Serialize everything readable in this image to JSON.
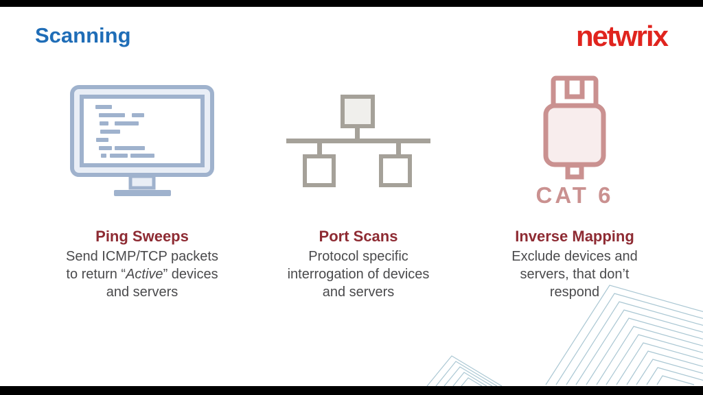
{
  "frame": {
    "letterbox_color": "#000000",
    "background": "#ffffff"
  },
  "header": {
    "title": "Scanning",
    "title_color": "#1f6db7",
    "logo_text": "netwrix",
    "logo_color": "#e0241e"
  },
  "columns": [
    {
      "name": "ping-sweeps",
      "icon": "code-monitor-icon",
      "icon_color": "#9fb2cd",
      "heading": "Ping Sweeps",
      "body_line1": "Send ICMP/TCP packets",
      "body_line2_pre": "to return “",
      "body_line2_italic": "Active",
      "body_line2_post": "” devices",
      "body_line3": "and servers"
    },
    {
      "name": "port-scans",
      "icon": "network-topology-icon",
      "icon_color": "#a5a199",
      "heading": "Port Scans",
      "body_line1": "Protocol specific",
      "body_line2": "interrogation of devices",
      "body_line3": "and servers"
    },
    {
      "name": "inverse-mapping",
      "icon": "ethernet-cable-icon",
      "icon_color": "#ca9190",
      "icon_label": "CAT 6",
      "heading": "Inverse Mapping",
      "body_line1": "Exclude devices and",
      "body_line2": "servers, that don’t",
      "body_line3": "respond"
    }
  ],
  "colors": {
    "heading_maroon": "#8e2b33",
    "body_gray": "#4a4a4c",
    "decoration_blue": "#aac7d3"
  }
}
